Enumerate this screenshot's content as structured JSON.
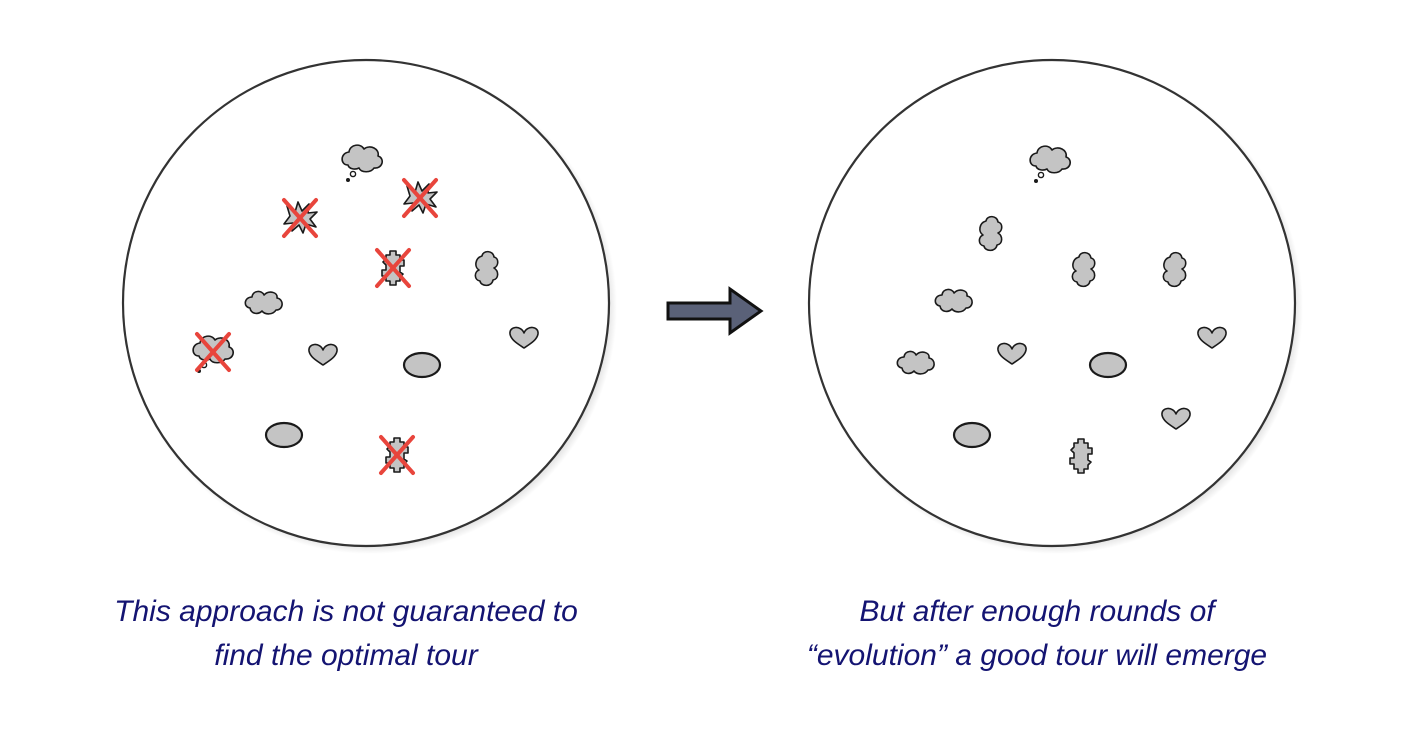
{
  "background_color": "#ffffff",
  "caption_color": "#141472",
  "arrow_color": "#5a6178",
  "cross_color": "#e8453c",
  "shape_fill": "#c4c4c4",
  "left_panel": {
    "caption_lines": [
      "This approach is not guaranteed to",
      "find the optimal tour"
    ],
    "shapes": [
      {
        "kind": "thought-bubble",
        "crossed": false
      },
      {
        "kind": "jagged-burst",
        "crossed": true
      },
      {
        "kind": "jagged-burst",
        "crossed": true
      },
      {
        "kind": "puzzle-piece",
        "crossed": true
      },
      {
        "kind": "cloud",
        "crossed": false
      },
      {
        "kind": "cloud",
        "crossed": false
      },
      {
        "kind": "thought-bubble",
        "crossed": true
      },
      {
        "kind": "heart",
        "crossed": false
      },
      {
        "kind": "ellipse",
        "crossed": false
      },
      {
        "kind": "heart",
        "crossed": false
      },
      {
        "kind": "ellipse",
        "crossed": false
      },
      {
        "kind": "puzzle-piece",
        "crossed": true
      }
    ]
  },
  "right_panel": {
    "caption_lines": [
      "But after enough rounds of",
      "“evolution” a good tour will emerge"
    ],
    "shapes": [
      {
        "kind": "thought-bubble",
        "crossed": false
      },
      {
        "kind": "cloud",
        "crossed": false
      },
      {
        "kind": "cloud",
        "crossed": false
      },
      {
        "kind": "cloud",
        "crossed": false
      },
      {
        "kind": "cloud",
        "crossed": false
      },
      {
        "kind": "heart",
        "crossed": false
      },
      {
        "kind": "cloud",
        "crossed": false
      },
      {
        "kind": "heart",
        "crossed": false
      },
      {
        "kind": "ellipse",
        "crossed": false
      },
      {
        "kind": "heart",
        "crossed": false
      },
      {
        "kind": "ellipse",
        "crossed": false
      },
      {
        "kind": "puzzle-piece",
        "crossed": false
      }
    ]
  },
  "arrow": {
    "icon": "right-arrow-icon",
    "direction": "right"
  }
}
